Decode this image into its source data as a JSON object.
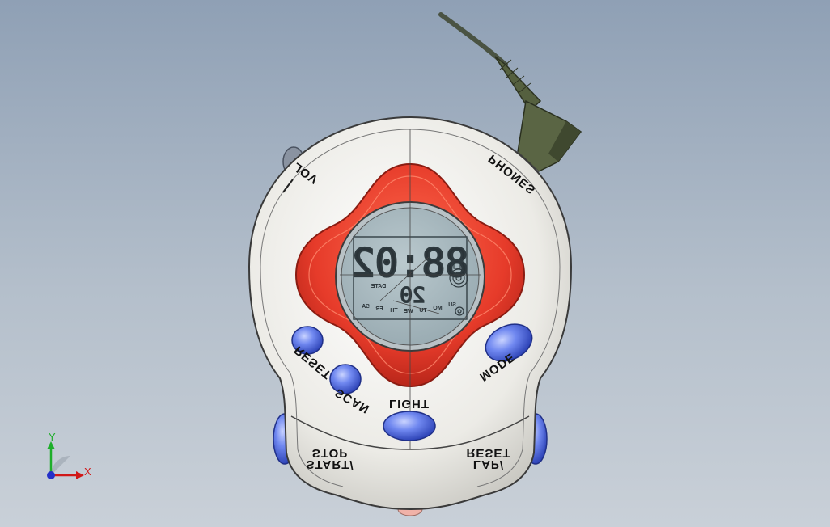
{
  "device": {
    "labels": {
      "vol": "VOL",
      "phones": "PHONES",
      "reset": "RESET",
      "scan": "SCAN",
      "light": "LIGHT",
      "mode": "MODE",
      "start_stop_1": "START/",
      "start_stop_2": "STOP",
      "lap_reset_1": "LAP/",
      "lap_reset_2": "RESET"
    },
    "display": {
      "time": "88:02",
      "date_label": "DATE",
      "date_value": "20",
      "days": [
        "SA",
        "FR",
        "TH",
        "WE",
        "TU",
        "MO",
        "SU"
      ]
    },
    "colors": {
      "body": "#f2f0ea",
      "bezel": "#e63b2a",
      "lcd": "#a9b9bf",
      "button": "#5f77e8",
      "cable": "#4d5a40"
    }
  },
  "triad": {
    "x_label": "X",
    "y_label": "Y"
  }
}
